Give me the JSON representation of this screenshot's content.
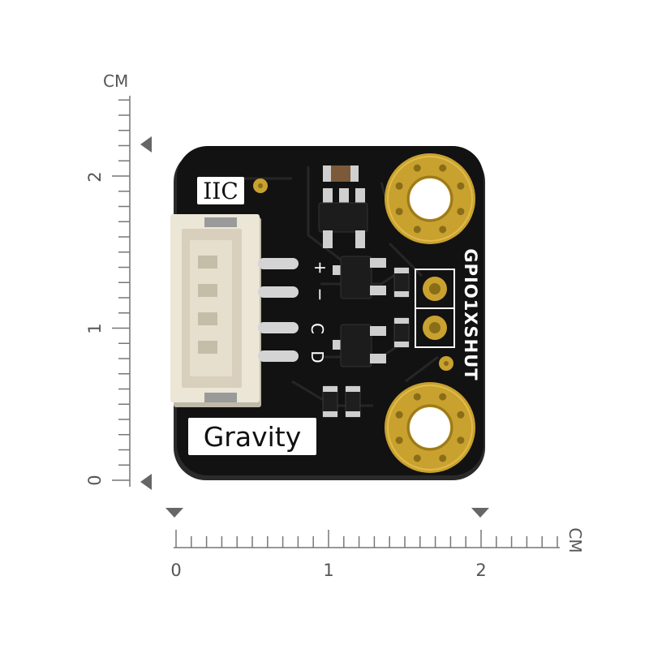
{
  "image": {
    "subject": "sensor-breakout-board",
    "colors": {
      "background": "#ffffff",
      "pcb": "#121212",
      "gold": "#c9a12e",
      "connector": "#ece6d6",
      "silkscreen": "#ffffff",
      "scale": "#666666"
    }
  },
  "scale": {
    "vertical": {
      "unit": "CM",
      "labels": [
        "2",
        "1",
        "0"
      ]
    },
    "horizontal": {
      "unit": "CM",
      "labels": [
        "0",
        "1",
        "2"
      ]
    }
  },
  "board": {
    "label_iic": "IIC",
    "label_gravity": "Gravity",
    "label_side": "GPIO1XSHUT",
    "pin_plus": "+",
    "pin_minus": "−",
    "pin_c": "C",
    "pin_d": "D"
  }
}
